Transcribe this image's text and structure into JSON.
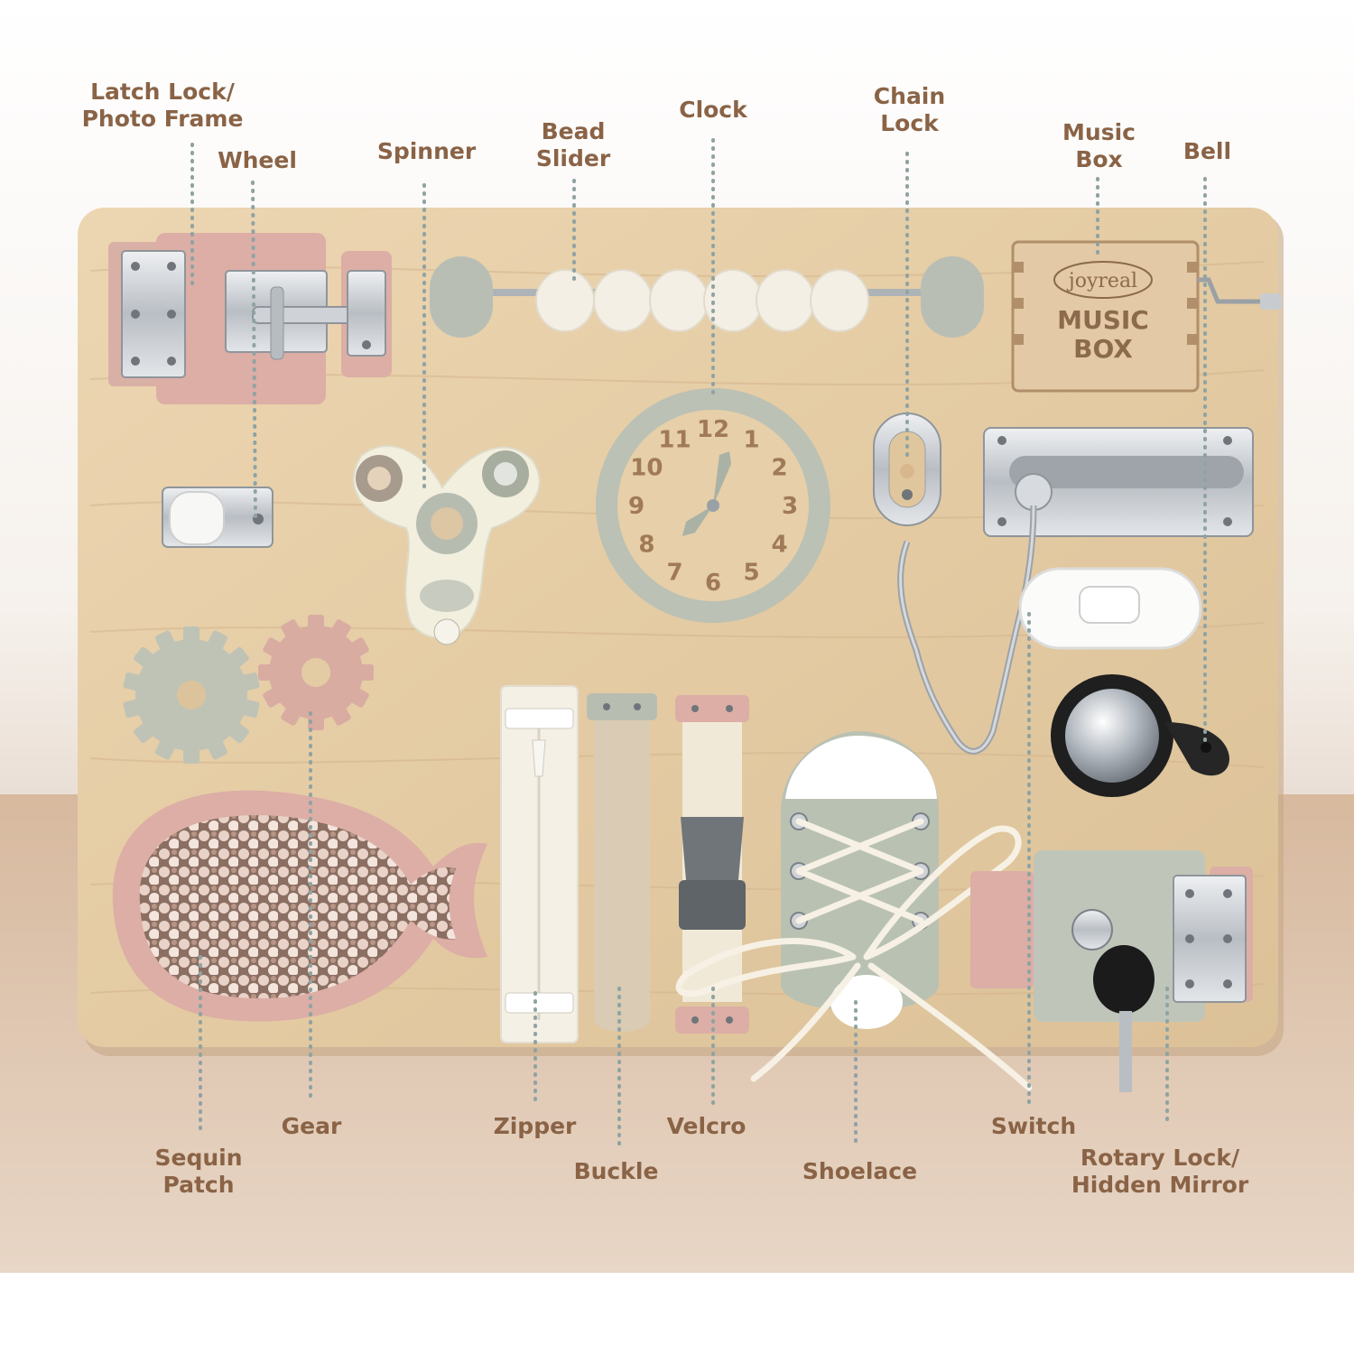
{
  "brand": {
    "logo_text": "joyreal",
    "box_line1": "MUSIC",
    "box_line2": "BOX"
  },
  "clock_numbers": [
    "12",
    "1",
    "2",
    "3",
    "4",
    "5",
    "6",
    "7",
    "8",
    "9",
    "10",
    "11"
  ],
  "labels": {
    "latch_lock": [
      "Latch Lock/",
      "Photo Frame"
    ],
    "wheel": "Wheel",
    "spinner": "Spinner",
    "bead_slider": [
      "Bead",
      "Slider"
    ],
    "clock": "Clock",
    "chain_lock": [
      "Chain",
      "Lock"
    ],
    "music_box": [
      "Music",
      "Box"
    ],
    "bell": "Bell",
    "sequin_patch": [
      "Sequin",
      "Patch"
    ],
    "gear": "Gear",
    "zipper": "Zipper",
    "buckle": "Buckle",
    "velcro": "Velcro",
    "shoelace": "Shoelace",
    "switch": "Switch",
    "rotary_lock": [
      "Rotary Lock/",
      "Hidden Mirror"
    ]
  },
  "colors": {
    "label": "#8a6346",
    "leader": "#8fa3a3",
    "board": "#e6cfa9",
    "pink": "#dcaea5",
    "sage": "#bcc3b5",
    "cream": "#f5f1e8",
    "steel": "#c9cdd1"
  }
}
